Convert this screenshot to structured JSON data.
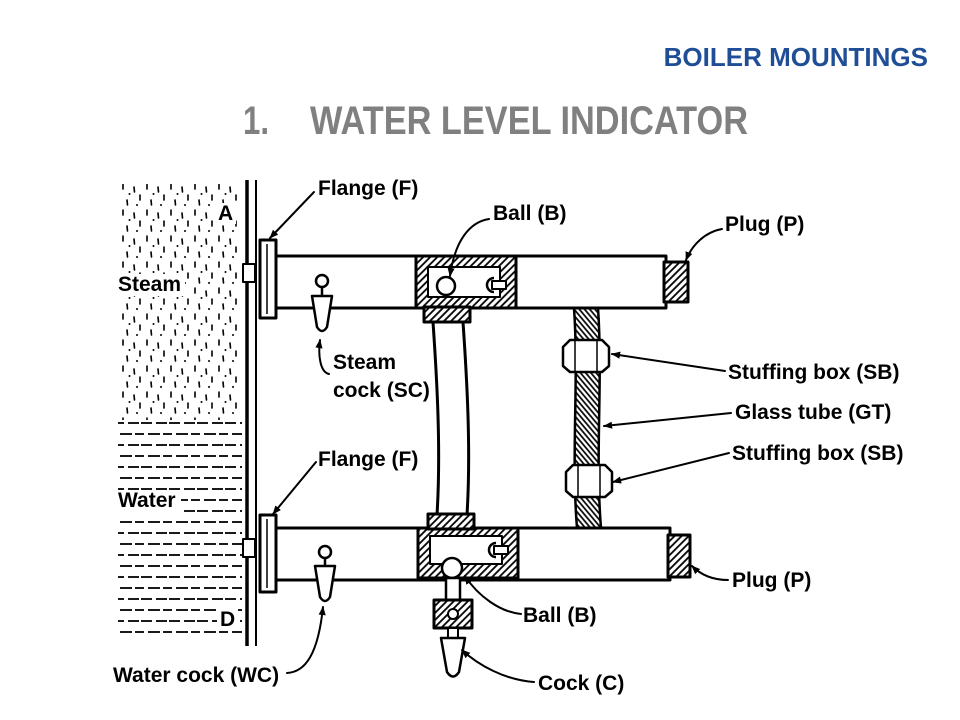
{
  "slide": {
    "section_title": "BOILER MOUNTINGS",
    "heading_number": "1.",
    "heading_text": "WATER LEVEL INDICATOR",
    "colors": {
      "section_title": "#1F4E97",
      "heading": "#808080"
    }
  },
  "diagram": {
    "labels": {
      "flange_upper": "Flange (F)",
      "ball_upper": "Ball (B)",
      "plug_upper": "Plug (P)",
      "point_a": "A",
      "steam": "Steam",
      "steam_cock": [
        "Steam",
        "cock (SC)"
      ],
      "stuffing_box_upper": "Stuffing box (SB)",
      "glass_tube": "Glass tube (GT)",
      "stuffing_box_lower": "Stuffing box (SB)",
      "flange_lower": "Flange (F)",
      "water": "Water",
      "point_d": "D",
      "plug_lower": "Plug (P)",
      "ball_lower": "Ball (B)",
      "water_cock": "Water cock (WC)",
      "cock": "Cock (C)"
    }
  }
}
